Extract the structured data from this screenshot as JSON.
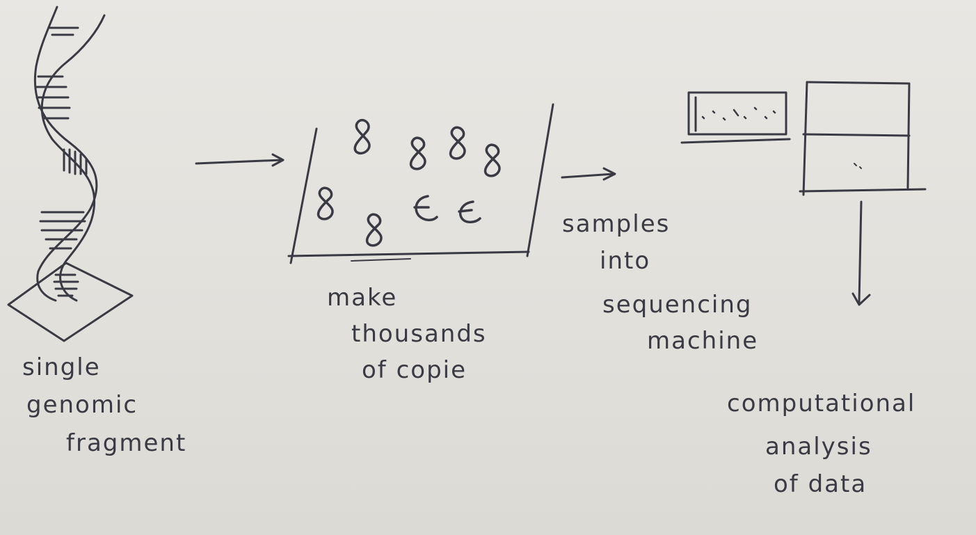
{
  "annotations": {
    "single": "single",
    "genomic": "genomic",
    "fragment": "fragment",
    "make": "make",
    "thousands": "thousands",
    "of_copies": "of copie",
    "samples": "samples",
    "into": "into",
    "sequencing": "sequencing",
    "machine": "machine",
    "computational": "computational",
    "analysis": "analysis",
    "of_data": "of data"
  },
  "colors": {
    "paper": "#e4e2dd",
    "ink": "#3a3a44",
    "bleed_through": "#d2d0cb"
  }
}
